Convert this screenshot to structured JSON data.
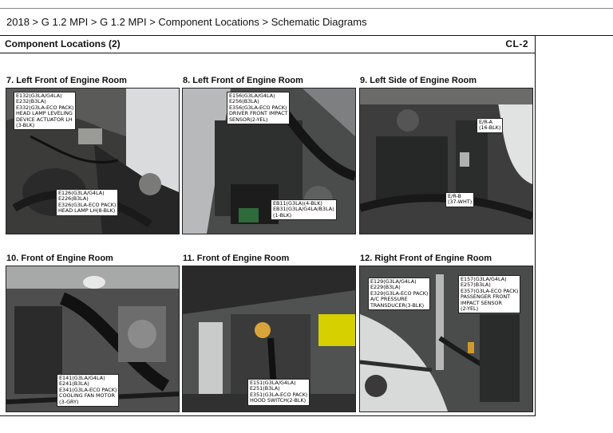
{
  "breadcrumb": "2018 > G 1.2 MPI > G 1.2 MPI > Component Locations > Schematic Diagrams",
  "sheet": {
    "title": "Component Locations (2)",
    "code": "CL-2"
  },
  "panels": [
    {
      "title": "7. Left Front of Engine Room",
      "callouts": [
        [
          "E132(G3LA/G4LA)",
          "E232(B3LA)",
          "E332(G3LA-ECO PACK)",
          "HEAD LAMP LEVELING",
          "DEVICE ACTUATOR LH",
          "(3-BLK)"
        ],
        [
          "E126(G3LA/G4LA)",
          "E226(B3LA)",
          "E326(G3LA-ECO PACK)",
          "HEAD LAMP LH(8-BLK)"
        ]
      ]
    },
    {
      "title": "8. Left Front of Engine Room",
      "callouts": [
        [
          "E156(G3LA/G4LA)",
          "E256(B3LA)",
          "E356(G3LA-ECO PACK)",
          "DRIVER FRONT IMPACT",
          "SENSOR(2-YEL)"
        ],
        [
          "EB11(G3LA)(4-BLK)",
          "EB31(G3LA/G4LA/B3LA)",
          "(1-BLK)"
        ]
      ]
    },
    {
      "title": "9. Left Side of Engine Room",
      "callouts": [
        [
          "E/R-A",
          "(16-BLK)"
        ],
        [
          "E/R-B",
          "(37-WHT)"
        ]
      ]
    },
    {
      "title": "10. Front of Engine Room",
      "callouts": [
        [
          "E141(G3LA/G4LA)",
          "E241(B3LA)",
          "E341(G3LA-ECO PACK)",
          "COOLING FAN MOTOR",
          "(3-GRY)"
        ]
      ]
    },
    {
      "title": "11. Front of Engine Room",
      "callouts": [
        [
          "E151(G3LA/G4LA)",
          "E251(B3LA)",
          "E351(G3LA-ECO PACK)",
          "HOOD SWITCH(2-BLK)"
        ]
      ]
    },
    {
      "title": "12. Right Front of Engine Room",
      "callouts": [
        [
          "E129(G3LA/G4LA)",
          "E229(B3LA)",
          "E329(G3LA-ECO PACK)",
          "A/C PRESSURE",
          "TRANSDUCER(3-BLK)"
        ],
        [
          "E157(G3LA/G4LA)",
          "E257(B3LA)",
          "E357(G3LA-ECO PACK)",
          "PASSENGER FRONT",
          "IMPACT SENSOR",
          "(2-YEL)"
        ]
      ]
    }
  ]
}
